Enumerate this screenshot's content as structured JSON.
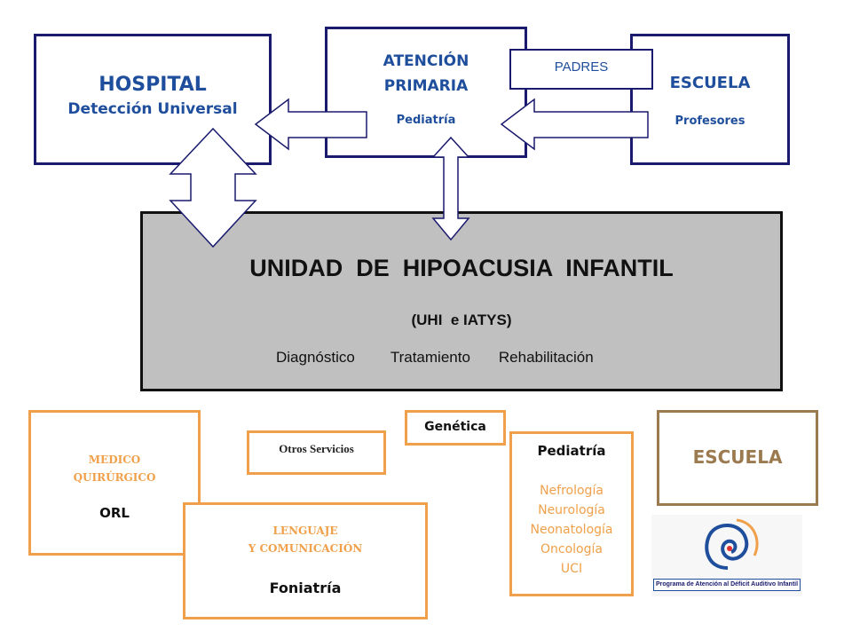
{
  "top": {
    "hospital": {
      "title": "HOSPITAL",
      "subtitle": "Detección Universal"
    },
    "atencion": {
      "title_line1": "ATENCIÓN",
      "title_line2": "PRIMARIA",
      "subtitle": "Pediatría"
    },
    "padres": {
      "label": "PADRES"
    },
    "escuela": {
      "title": "ESCUELA",
      "subtitle": "Profesores"
    }
  },
  "unit": {
    "title": "UNIDAD  DE  HIPOACUSIA  INFANTIL",
    "subtitle": "(UHI  e IATYS)",
    "services": [
      "Diagnóstico",
      "Tratamiento",
      "Rehabilitación"
    ]
  },
  "bottom": {
    "medico": {
      "line1": "MEDICO",
      "line2": "QUIRÚRGICO",
      "name": "ORL"
    },
    "otros": {
      "label": "Otros Servicios"
    },
    "genetica": {
      "label": "Genética"
    },
    "lenguaje": {
      "line1": "LENGUAJE",
      "line2": "Y COMUNICACIÓN",
      "name": "Foniatría"
    },
    "pediatria": {
      "title": "Pediatría",
      "items": [
        "Nefrología",
        "Neurología",
        "Neonatología",
        "Oncología",
        "UCI"
      ]
    },
    "escuela": {
      "label": "ESCUELA"
    }
  },
  "logo": {
    "caption": "Programa de Atención al Déficit Auditivo Infantil"
  },
  "colors": {
    "navy": "#1a1a6e",
    "blue_text": "#1f4e9c",
    "orange": "#f0a04a",
    "brown": "#9c7a4f",
    "gray": "#c0c0c0"
  }
}
